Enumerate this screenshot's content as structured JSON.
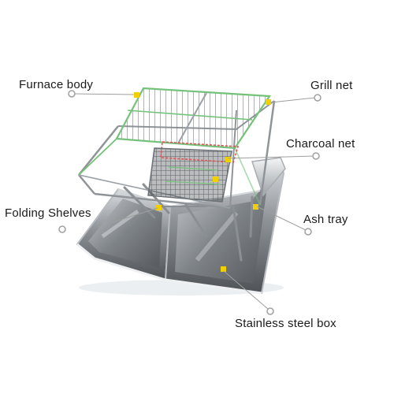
{
  "labels": {
    "furnace_body": "Furnace body",
    "grill_net": "Grill net",
    "charcoal_net": "Charcoal net",
    "folding_shelves": "Folding Shelves",
    "ash_tray": "Ash tray",
    "stainless_steel_box": "Stainless steel box"
  },
  "colors": {
    "marker": "#f2d000",
    "leader_line": "#9e9e9e",
    "dot_ring": "#a0a0a0",
    "steel_dark": "#5a5e62",
    "steel_light": "#e4e7ea",
    "grill_outline": "#74c27a",
    "charcoal_outline": "#e05555"
  }
}
